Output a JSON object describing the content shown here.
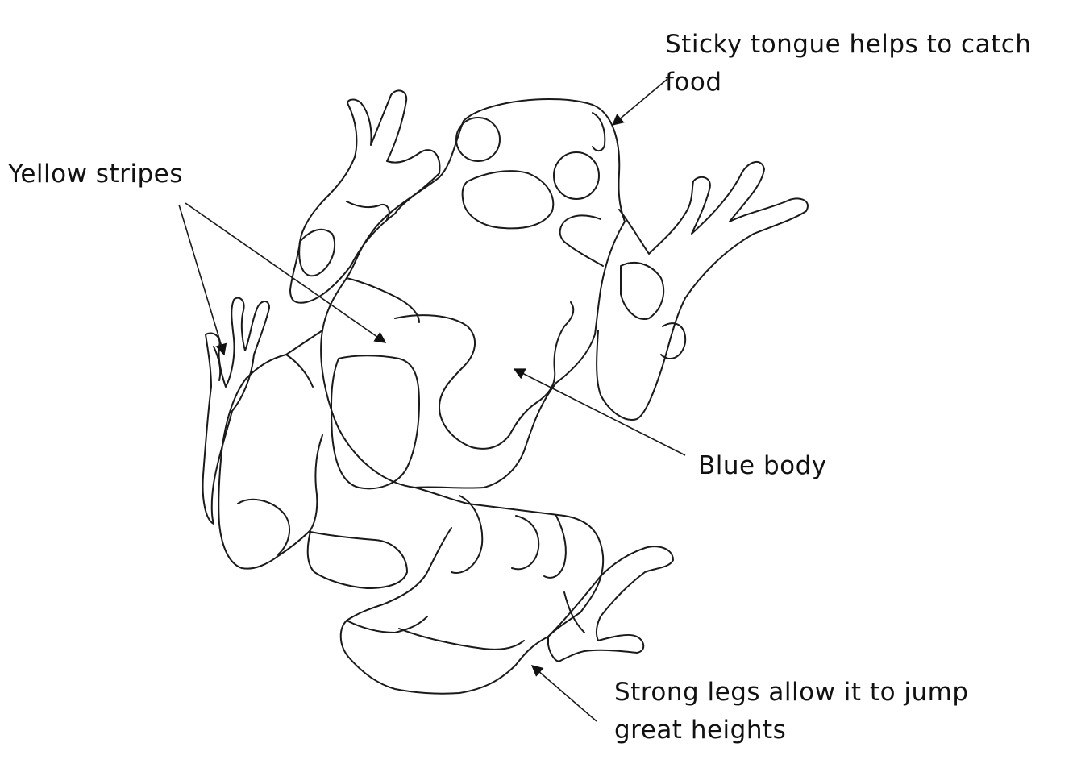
{
  "diagram": {
    "labels": {
      "tongue": [
        "Sticky tongue helps to catch",
        "food"
      ],
      "stripes": [
        "Yellow stripes"
      ],
      "body": [
        "Blue body"
      ],
      "legs": [
        "Strong legs allow it to jump",
        "great heights"
      ]
    }
  }
}
